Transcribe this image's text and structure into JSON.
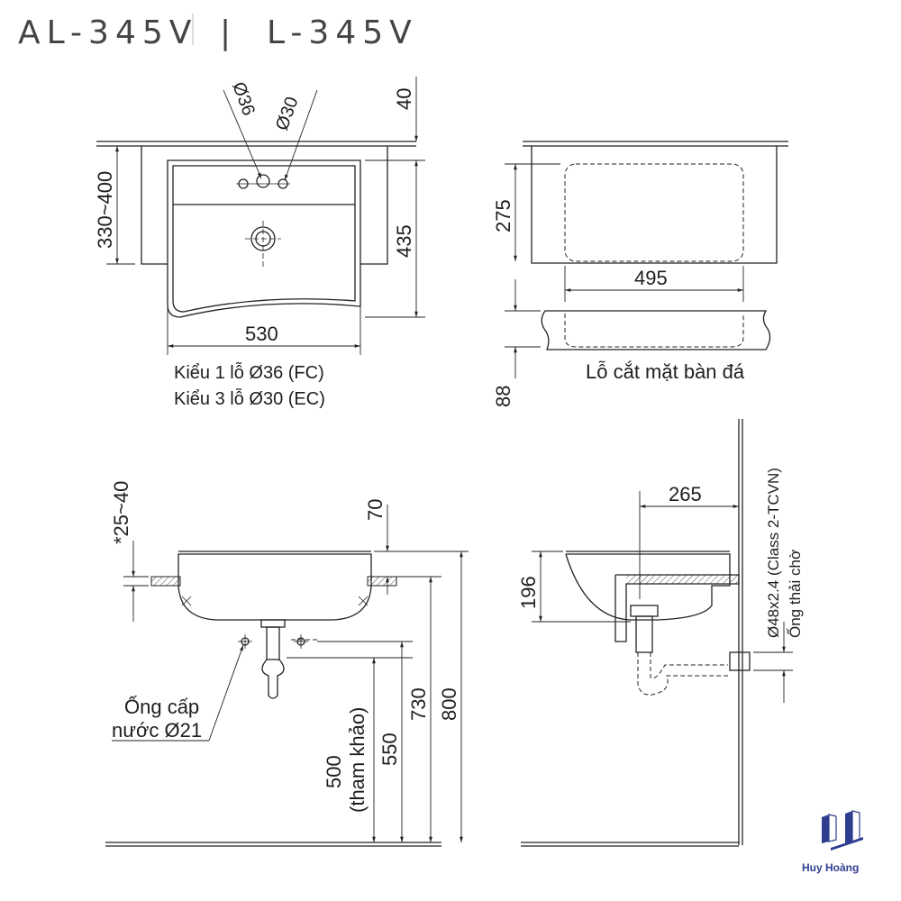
{
  "title": {
    "model_a": "AL-345V",
    "separator": "|",
    "model_b": "L-345V"
  },
  "top_view": {
    "hole_36": "Ø36",
    "hole_30": "Ø30",
    "dim_40": "40",
    "dim_330_400": "330~400",
    "dim_435": "435",
    "dim_530": "530",
    "caption_1": "Kiểu 1 lỗ Ø36 (FC)",
    "caption_2": "Kiểu 3 lỗ Ø30 (EC)"
  },
  "cutout_view": {
    "dim_275": "275",
    "dim_495": "495",
    "dim_88": "88",
    "caption": "Lỗ cắt mặt bàn đá"
  },
  "front_view": {
    "dim_25_40": "*25~40",
    "dim_70": "70",
    "dim_500": "500",
    "dim_500_note": "(tham khảo)",
    "dim_550": "550",
    "dim_730": "730",
    "dim_800": "800",
    "supply_label_1": "Ống cấp",
    "supply_label_2": "nước Ø21"
  },
  "side_view": {
    "dim_265": "265",
    "dim_196": "196",
    "drain_spec": "Ø48x2.4 (Class 2-TCVN)",
    "drain_label": "Ống thải chờ"
  },
  "logo": {
    "name": "Huy Hoàng",
    "color": "#2f3d8f"
  }
}
